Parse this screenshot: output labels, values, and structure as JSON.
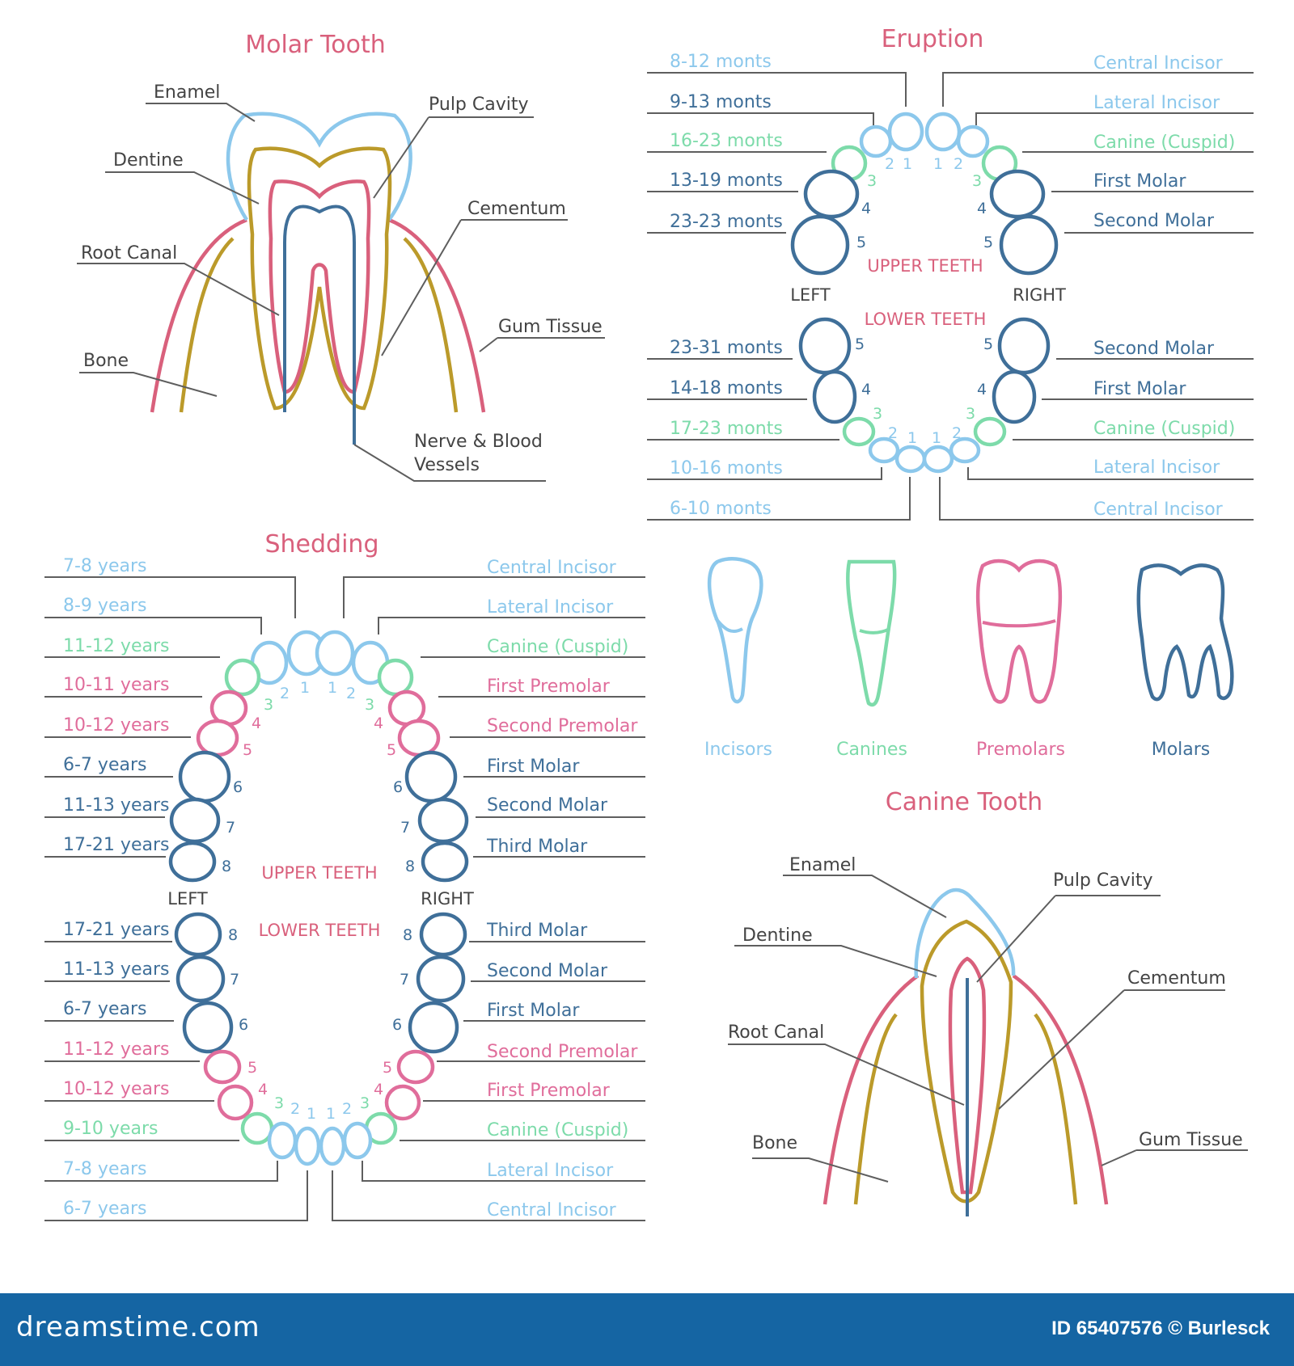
{
  "colors": {
    "title": "#d9607c",
    "incisor": "#8cc8ec",
    "canine": "#7ddbaa",
    "premolar": "#e06d9b",
    "molar": "#3f6f99",
    "label": "#444444",
    "line": "#5e5e5e",
    "enamel": "#8cc8ec",
    "dentine": "#bb9a2a",
    "pulp": "#d9607c",
    "nerve": "#3f6f99",
    "gum": "#d9607c",
    "bone": "#bb9a2a",
    "footer": "#1565a3"
  },
  "molar_tooth": {
    "title": "Molar Tooth",
    "labels": [
      "Enamel",
      "Pulp Cavity",
      "Dentine",
      "Cementum",
      "Root Canal",
      "Gum Tissue",
      "Bone",
      "Nerve & Blood",
      "Vessels"
    ]
  },
  "canine_tooth": {
    "title": "Canine Tooth",
    "labels": [
      "Enamel",
      "Pulp Cavity",
      "Dentine",
      "Cementum",
      "Root Canal",
      "Bone",
      "Gum Tissue"
    ]
  },
  "eruption": {
    "title": "Eruption",
    "upper_label": "UPPER TEETH",
    "lower_label": "LOWER TEETH",
    "left": "LEFT",
    "right": "RIGHT",
    "upper_times": [
      "8-12 monts",
      "9-13 monts",
      "16-23 monts",
      "13-19 monts",
      "23-23 monts"
    ],
    "lower_times": [
      "23-31 monts",
      "14-18 monts",
      "17-23 monts",
      "10-16 monts",
      "6-10 monts"
    ],
    "upper_names": [
      "Central Incisor",
      "Lateral Incisor",
      "Canine (Cuspid)",
      "First Molar",
      "Second Molar"
    ],
    "lower_names": [
      "Second Molar",
      "First Molar",
      "Canine (Cuspid)",
      "Lateral Incisor",
      "Central Incisor"
    ],
    "tooth_numbers": [
      "1",
      "2",
      "3",
      "4",
      "5"
    ]
  },
  "shedding": {
    "title": "Shedding",
    "upper_label": "UPPER TEETH",
    "lower_label": "LOWER TEETH",
    "left": "LEFT",
    "right": "RIGHT",
    "upper_times": [
      "7-8 years",
      "8-9 years",
      "11-12 years",
      "10-11 years",
      "10-12 years",
      "6-7 years",
      "11-13 years",
      "17-21 years"
    ],
    "lower_times": [
      "17-21 years",
      "11-13 years",
      "6-7 years",
      "11-12 years",
      "10-12 years",
      "9-10 years",
      "7-8 years",
      "6-7 years"
    ],
    "upper_names": [
      "Central Incisor",
      "Lateral Incisor",
      "Canine (Cuspid)",
      "First Premolar",
      "Second Premolar",
      "First Molar",
      "Second Molar",
      "Third Molar"
    ],
    "lower_names": [
      "Third Molar",
      "Second Molar",
      "First Molar",
      "Second Premolar",
      "First Premolar",
      "Canine (Cuspid)",
      "Lateral Incisor",
      "Central Incisor"
    ],
    "tooth_numbers": [
      "1",
      "2",
      "3",
      "4",
      "5",
      "6",
      "7",
      "8"
    ]
  },
  "tooth_types": [
    "Incisors",
    "Canines",
    "Premolars",
    "Molars"
  ],
  "footer": {
    "brand": "dreamstime.com",
    "id": "ID 65407576 © Burlesck"
  }
}
